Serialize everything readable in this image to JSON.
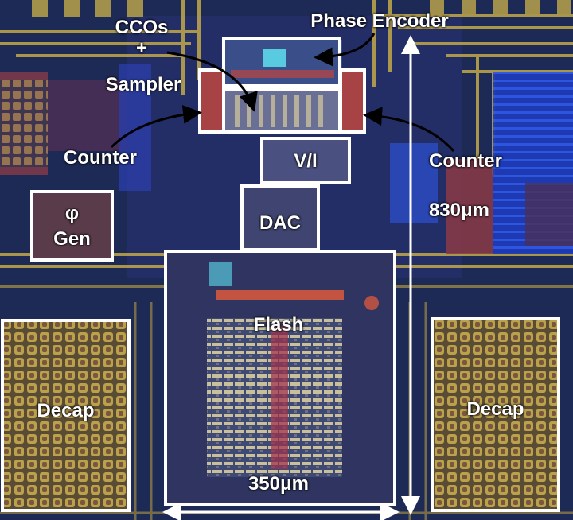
{
  "labels": {
    "ccos": "CCOs",
    "plus": "+",
    "sampler": "Sampler",
    "phase_encoder": "Phase Encoder",
    "counter_left": "Counter",
    "counter_right": "Counter",
    "vi": "V/I",
    "dac": "DAC",
    "phi": "φ",
    "gen": "Gen",
    "height_dim": "830μm",
    "width_dim": "350μm",
    "flash": "Flash",
    "decap_left": "Decap",
    "decap_right": "Decap"
  },
  "colors": {
    "outline": "#ffffff",
    "die_background": "#1d2a55",
    "metal_gold": "#b9a24a",
    "metal_red": "#c0463f",
    "metal_blue": "#1f46d6",
    "cyan_highlight": "#5fe0f0"
  }
}
